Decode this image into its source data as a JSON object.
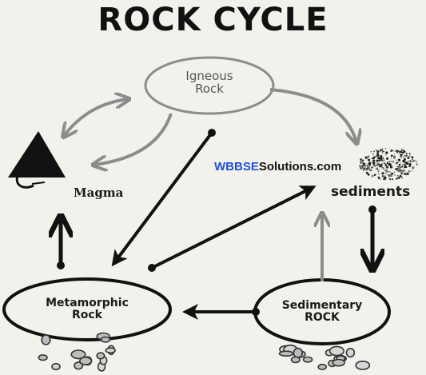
{
  "diagram": {
    "title": "ROCK CYCLE",
    "nodes": {
      "igneous": "Igneous\nRock",
      "magma": "Magma",
      "sediments": "sediments",
      "metamorphic": "Metamorphic\nRock",
      "sedimentary": "Sedimentary\nROCK"
    },
    "watermark": {
      "part1": "WBBSE",
      "part2": "Solutions",
      "part3": ".com"
    }
  },
  "colors": {
    "ink": "#111111",
    "grey_arrow": "#8c8c8c",
    "watermark_blue": "#1e4fd6",
    "paper": "#f3f1ec"
  }
}
